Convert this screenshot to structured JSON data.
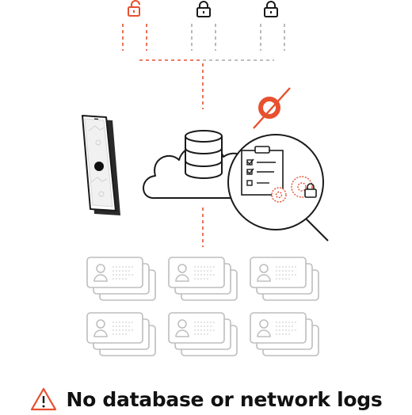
{
  "caption": {
    "text": "No database or network logs",
    "icon": "warning-icon"
  },
  "colors": {
    "accent": "#e8502f",
    "ink": "#1a1a1a",
    "muted": "#a8a8a8",
    "card": "#bdbdbd"
  },
  "locks": [
    {
      "state": "unlocked",
      "color": "accent"
    },
    {
      "state": "locked",
      "color": "ink"
    },
    {
      "state": "locked",
      "color": "ink"
    }
  ],
  "icons": [
    "unlocked-padlock-icon",
    "padlock-icon",
    "phone-icon",
    "cloud-icon",
    "database-icon",
    "checklist-icon",
    "gear-icon",
    "magnifying-glass-icon",
    "broken-connection-icon",
    "user-card-stack-icon"
  ]
}
